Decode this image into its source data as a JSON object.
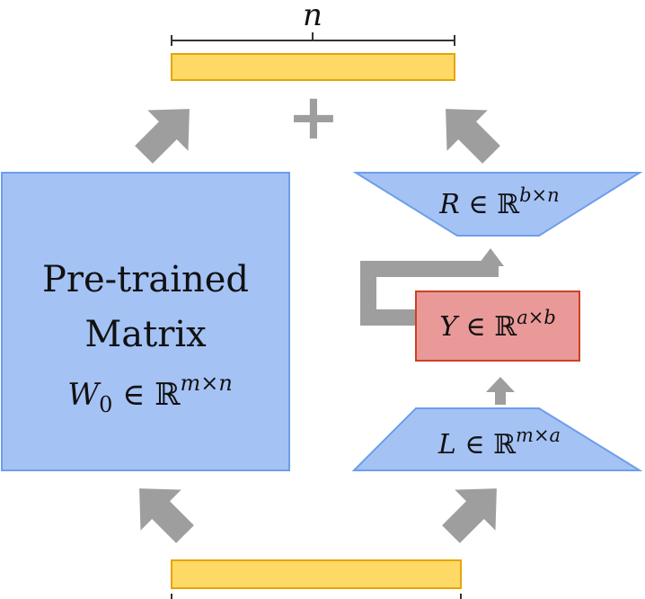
{
  "output_dim_label": "n",
  "plus_symbol": "+",
  "pretrained": {
    "line1": "Pre-trained",
    "line2": "Matrix",
    "var": "W",
    "sub": "0",
    "elem": " ∈ ℝ",
    "sup": "m×n"
  },
  "R_block": {
    "var": "R",
    "elem": " ∈ ℝ",
    "sup": "b×n"
  },
  "Y_block": {
    "var": "Y",
    "elem": " ∈ ℝ",
    "sup": "a×b"
  },
  "L_block": {
    "var": "L",
    "elem": " ∈ ℝ",
    "sup": "m×a"
  },
  "colors": {
    "blue_fill": "#a4c2f4",
    "blue_stroke": "#6d9eeb",
    "red_fill": "#ea9999",
    "red_stroke": "#cc4125",
    "yellow_fill": "#ffd966",
    "yellow_stroke": "#e6a400",
    "arrow": "#9e9e9e"
  }
}
